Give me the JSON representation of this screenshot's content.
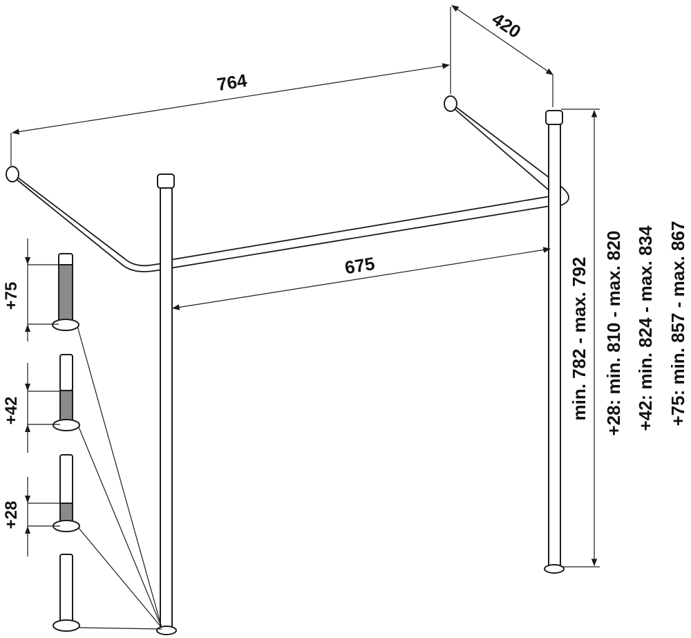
{
  "dimensions": {
    "width_total": "764",
    "depth": "420",
    "inner_width": "675"
  },
  "height_ranges": {
    "base": "min. 782 - max. 792",
    "plus28": "+28: min. 810 - max. 820",
    "plus42": "+42: min. 824 - max. 834",
    "plus75": "+75: min. 857 - max. 867"
  },
  "leg_extensions": {
    "ext75": "+75",
    "ext42": "+42",
    "ext28": "+28"
  },
  "colors": {
    "line": "#1a1a1a",
    "extension_fill": "#8a8a8a",
    "background": "#ffffff"
  }
}
